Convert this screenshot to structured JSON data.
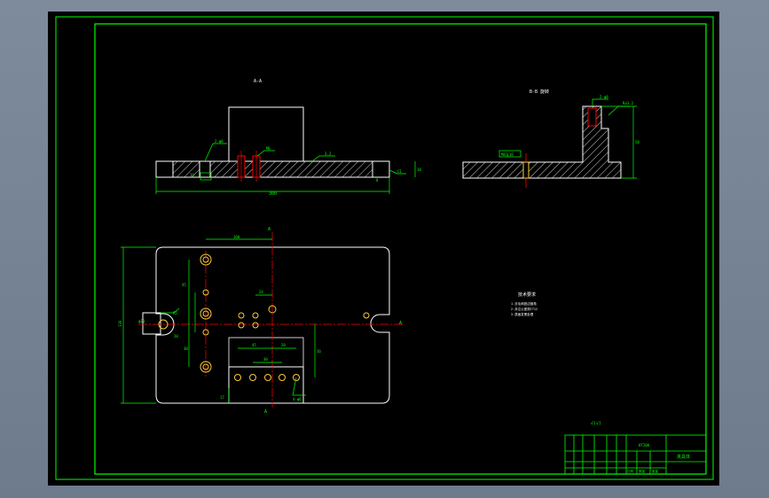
{
  "colors": {
    "viewport_bg": "#000000",
    "frame": "#00ff00",
    "part": "#ffffff",
    "dimension": "#00ff00",
    "centerline": "#ff0000",
    "hole": "#ffcc33",
    "text": "#ffffff"
  },
  "views": {
    "section_aa_label": "A-A",
    "section_bb_label": "B-B 旋转",
    "plan_section_mark": "A",
    "plan_section_mark_bottom": "A",
    "plan_side_mark": "A"
  },
  "dimensions": {
    "aa_overall_width": "300",
    "aa_hole_callout": "2-φ8",
    "aa_thread_callout": "M6",
    "aa_hole_depth": "10",
    "aa_right_step": "8",
    "aa_right_chamfer": "C1",
    "aa_roughness": "3.2",
    "aa_right_height": "18",
    "bb_top_callout": "2-φ8",
    "bb_height": "58",
    "bb_right_note": "Ra3.2",
    "bb_hole_note": "M8深10",
    "plan_top_width": "100",
    "plan_height": "130",
    "plan_left_spacing": "45",
    "plan_left_inner": "30",
    "plan_mid_width": "24",
    "plan_lower_width": "45",
    "plan_lower_right": "20",
    "plan_slot_width": "30",
    "plan_right_offset": "16",
    "plan_bottom_callout": "4-φ6",
    "plan_block_height": "17",
    "plan_left_tag_1": "φ10",
    "plan_left_tag_2": "R5",
    "plan_left_tag_3": "20"
  },
  "notes": {
    "heading": "技术要求",
    "line_1": "1.去毛刺锐边倒角",
    "line_2": "2.未注公差按IT12",
    "line_3": "3.表面发黑处理"
  },
  "surface_mark": "√(√)",
  "title_block": {
    "material": "HT200",
    "drawing_name": "夹具体",
    "scale_label": "比例",
    "qty_label": "数量",
    "weight_label": "重量"
  }
}
